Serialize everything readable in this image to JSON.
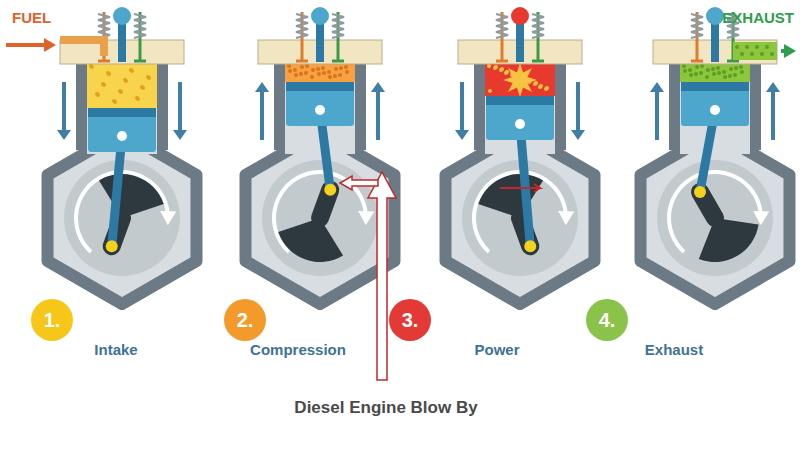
{
  "diagram": {
    "caption": "Diesel Engine Blow By",
    "nodes": [
      {
        "text": [
          "1."
        ]
      },
      {
        "text": [
          "2."
        ]
      },
      {
        "text": [
          "3."
        ]
      },
      {
        "text": [
          "4."
        ]
      }
    ],
    "labels": [
      "FUEL",
      "EXHAUST",
      "Intake",
      "Compression",
      "Power",
      "Exhaust"
    ]
  }
}
